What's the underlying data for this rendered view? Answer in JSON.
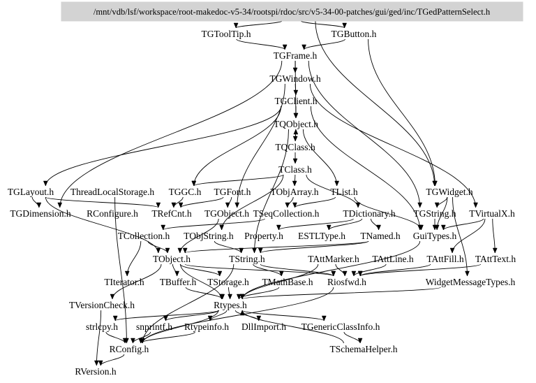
{
  "graph": {
    "root": "/mnt/vdb/lsf/workspace/root-makedoc-v5-34/rootspi/rdoc/src/v5-34-00-patches/gui/ged/inc/TGedPatternSelect.h",
    "nodes": [
      {
        "id": "root",
        "label": "/mnt/vdb/lsf/workspace/root-makedoc-v5-34/rootspi/rdoc/src/v5-34-00-patches/gui/ged/inc/TGedPatternSelect.h"
      },
      {
        "id": "TGToolTip",
        "label": "TGToolTip.h"
      },
      {
        "id": "TGButton",
        "label": "TGButton.h"
      },
      {
        "id": "TGFrame",
        "label": "TGFrame.h"
      },
      {
        "id": "TGWindow",
        "label": "TGWindow.h"
      },
      {
        "id": "TGClient",
        "label": "TGClient.h"
      },
      {
        "id": "TQObject",
        "label": "TQObject.h"
      },
      {
        "id": "TQClass",
        "label": "TQClass.h"
      },
      {
        "id": "TClass",
        "label": "TClass.h"
      },
      {
        "id": "TGLayout",
        "label": "TGLayout.h"
      },
      {
        "id": "ThreadLocalStorage",
        "label": "ThreadLocalStorage.h"
      },
      {
        "id": "TGGC",
        "label": "TGGC.h"
      },
      {
        "id": "TGFont",
        "label": "TGFont.h"
      },
      {
        "id": "TObjArray",
        "label": "TObjArray.h"
      },
      {
        "id": "TList",
        "label": "TList.h"
      },
      {
        "id": "TGWidget",
        "label": "TGWidget.h"
      },
      {
        "id": "TGDimension",
        "label": "TGDimension.h"
      },
      {
        "id": "RConfigure",
        "label": "RConfigure.h"
      },
      {
        "id": "TRefCnt",
        "label": "TRefCnt.h"
      },
      {
        "id": "TGObject",
        "label": "TGObject.h"
      },
      {
        "id": "TSeqCollection",
        "label": "TSeqCollection.h"
      },
      {
        "id": "TDictionary",
        "label": "TDictionary.h"
      },
      {
        "id": "TGString",
        "label": "TGString.h"
      },
      {
        "id": "TVirtualX",
        "label": "TVirtualX.h"
      },
      {
        "id": "TCollection",
        "label": "TCollection.h"
      },
      {
        "id": "TObjString",
        "label": "TObjString.h"
      },
      {
        "id": "Property",
        "label": "Property.h"
      },
      {
        "id": "ESTLType",
        "label": "ESTLType.h"
      },
      {
        "id": "TNamed",
        "label": "TNamed.h"
      },
      {
        "id": "GuiTypes",
        "label": "GuiTypes.h"
      },
      {
        "id": "TObject",
        "label": "TObject.h"
      },
      {
        "id": "TString",
        "label": "TString.h"
      },
      {
        "id": "TAttMarker",
        "label": "TAttMarker.h"
      },
      {
        "id": "TAttLine",
        "label": "TAttLine.h"
      },
      {
        "id": "TAttFill",
        "label": "TAttFill.h"
      },
      {
        "id": "TAttText",
        "label": "TAttText.h"
      },
      {
        "id": "TIterator",
        "label": "TIterator.h"
      },
      {
        "id": "TBuffer",
        "label": "TBuffer.h"
      },
      {
        "id": "TStorage",
        "label": "TStorage.h"
      },
      {
        "id": "TMathBase",
        "label": "TMathBase.h"
      },
      {
        "id": "Riosfwd",
        "label": "Riosfwd.h"
      },
      {
        "id": "WidgetMessageTypes",
        "label": "WidgetMessageTypes.h"
      },
      {
        "id": "TVersionCheck",
        "label": "TVersionCheck.h"
      },
      {
        "id": "Rtypes",
        "label": "Rtypes.h"
      },
      {
        "id": "strlcpy",
        "label": "strlcpy.h"
      },
      {
        "id": "snprintf",
        "label": "snprintf.h"
      },
      {
        "id": "Rtypeinfo",
        "label": "Rtypeinfo.h"
      },
      {
        "id": "DllImport",
        "label": "DllImport.h"
      },
      {
        "id": "TGenericClassInfo",
        "label": "TGenericClassInfo.h"
      },
      {
        "id": "RConfig",
        "label": "RConfig.h"
      },
      {
        "id": "TSchemaHelper",
        "label": "TSchemaHelper.h"
      },
      {
        "id": "RVersion",
        "label": "RVersion.h"
      }
    ],
    "edges": [
      [
        "root",
        "TGToolTip"
      ],
      [
        "root",
        "TGButton"
      ],
      [
        "root",
        "TGWidget"
      ],
      [
        "TGToolTip",
        "TGFrame"
      ],
      [
        "TGButton",
        "TGFrame"
      ],
      [
        "TGButton",
        "TGWidget"
      ],
      [
        "TGFrame",
        "TGWindow"
      ],
      [
        "TGFrame",
        "TGDimension"
      ],
      [
        "TGFrame",
        "TGString"
      ],
      [
        "TGFrame",
        "TQObject"
      ],
      [
        "TGWindow",
        "TGClient"
      ],
      [
        "TGWindow",
        "TGObject"
      ],
      [
        "TGWindow",
        "TVirtualX"
      ],
      [
        "TGClient",
        "TQObject"
      ],
      [
        "TGClient",
        "TGGC"
      ],
      [
        "TGClient",
        "TGLayout"
      ],
      [
        "TGClient",
        "GuiTypes"
      ],
      [
        "TQObject",
        "TQClass"
      ],
      [
        "TQObject",
        "TList"
      ],
      [
        "TQObject",
        "TString"
      ],
      [
        "TQClass",
        "TClass"
      ],
      [
        "TQClass",
        "TQObject"
      ],
      [
        "TClass",
        "TObjArray"
      ],
      [
        "TClass",
        "TGGC"
      ],
      [
        "TClass",
        "TDictionary"
      ],
      [
        "TClass",
        "TObjString"
      ],
      [
        "TGLayout",
        "TGDimension"
      ],
      [
        "TGLayout",
        "TRefCnt"
      ],
      [
        "TGLayout",
        "TObject"
      ],
      [
        "ThreadLocalStorage",
        "RConfig"
      ],
      [
        "TGGC",
        "TRefCnt"
      ],
      [
        "TGFont",
        "TGObject"
      ],
      [
        "TGFont",
        "TRefCnt"
      ],
      [
        "TObjArray",
        "TSeqCollection"
      ],
      [
        "TList",
        "TSeqCollection"
      ],
      [
        "TList",
        "GuiTypes"
      ],
      [
        "TGWidget",
        "TGString"
      ],
      [
        "TGWidget",
        "GuiTypes"
      ],
      [
        "TGWidget",
        "WidgetMessageTypes"
      ],
      [
        "TGObject",
        "TObject"
      ],
      [
        "TSeqCollection",
        "TCollection"
      ],
      [
        "TDictionary",
        "TNamed"
      ],
      [
        "TDictionary",
        "Property"
      ],
      [
        "TDictionary",
        "ESTLType"
      ],
      [
        "TGString",
        "GuiTypes"
      ],
      [
        "TVirtualX",
        "GuiTypes"
      ],
      [
        "TVirtualX",
        "TAttText"
      ],
      [
        "TVirtualX",
        "TAttFill"
      ],
      [
        "TCollection",
        "TObject"
      ],
      [
        "TCollection",
        "TIterator"
      ],
      [
        "TObjString",
        "TString"
      ],
      [
        "TNamed",
        "TObject"
      ],
      [
        "TNamed",
        "TString"
      ],
      [
        "GuiTypes",
        "Rtypes"
      ],
      [
        "TObject",
        "TBuffer"
      ],
      [
        "TObject",
        "TStorage"
      ],
      [
        "TObject",
        "Riosfwd"
      ],
      [
        "TObject",
        "TVersionCheck"
      ],
      [
        "TObject",
        "Rtypes"
      ],
      [
        "TString",
        "TMathBase"
      ],
      [
        "TString",
        "Riosfwd"
      ],
      [
        "TString",
        "RConfig"
      ],
      [
        "TAttMarker",
        "Riosfwd"
      ],
      [
        "TAttMarker",
        "Rtypes"
      ],
      [
        "TAttLine",
        "Riosfwd"
      ],
      [
        "TAttFill",
        "Riosfwd"
      ],
      [
        "TAttText",
        "Riosfwd"
      ],
      [
        "TStorage",
        "Rtypes"
      ],
      [
        "TMathBase",
        "Rtypes"
      ],
      [
        "Riosfwd",
        "RConfig"
      ],
      [
        "WidgetMessageTypes",
        "Rtypes"
      ],
      [
        "TVersionCheck",
        "RVersion"
      ],
      [
        "TBuffer",
        "Rtypes"
      ],
      [
        "Rtypes",
        "strlcpy"
      ],
      [
        "Rtypes",
        "snprintf"
      ],
      [
        "Rtypes",
        "Rtypeinfo"
      ],
      [
        "Rtypes",
        "DllImport"
      ],
      [
        "Rtypes",
        "TGenericClassInfo"
      ],
      [
        "Rtypes",
        "RConfig"
      ],
      [
        "strlcpy",
        "RConfig"
      ],
      [
        "snprintf",
        "RConfig"
      ],
      [
        "Rtypeinfo",
        "RConfig"
      ],
      [
        "TGenericClassInfo",
        "TSchemaHelper"
      ],
      [
        "TSchemaHelper",
        "Rtypes"
      ],
      [
        "RConfig",
        "RVersion"
      ]
    ]
  }
}
